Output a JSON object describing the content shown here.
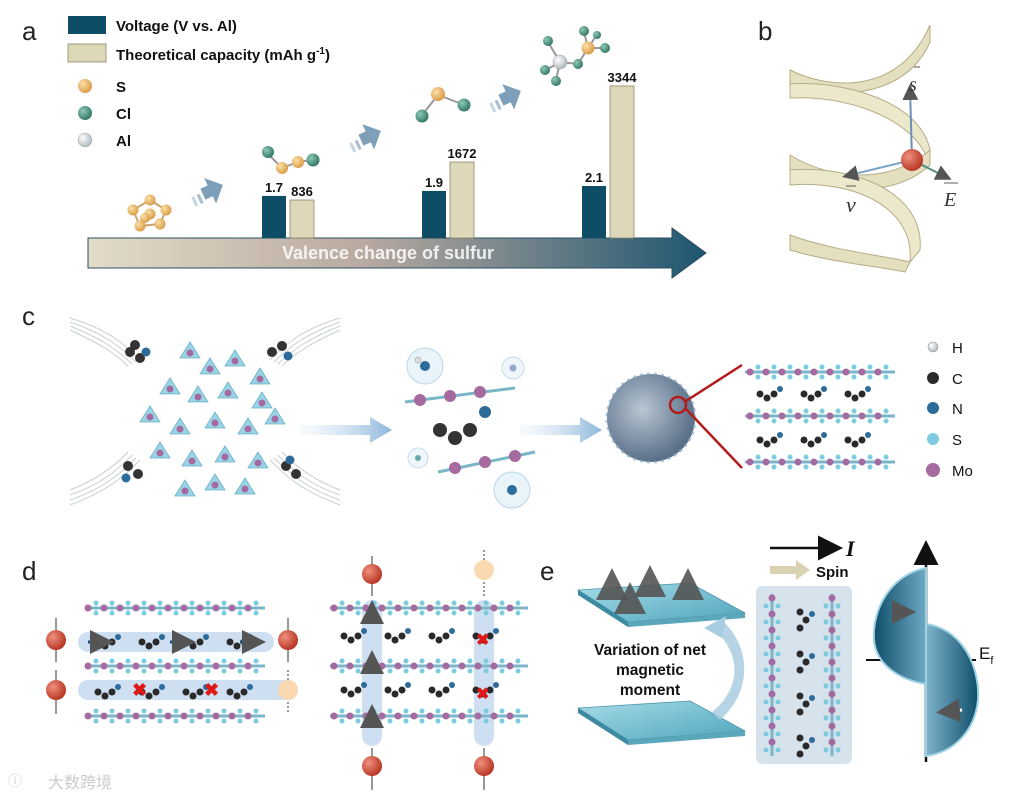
{
  "panels": {
    "a": "a",
    "b": "b",
    "c": "c",
    "d": "d",
    "e": "e"
  },
  "panel_a": {
    "legend": {
      "voltage": "Voltage (V vs. Al)",
      "capacity_prefix": "Theoretical capacity (mAh g",
      "capacity_sup": "-1",
      "capacity_suffix": ")",
      "atoms": [
        "S",
        "Cl",
        "Al"
      ]
    },
    "arrow_label": "Valence change of sulfur",
    "bars": [
      {
        "voltage": 1.7,
        "capacity": 836,
        "voltage_label": "1.7",
        "capacity_label": "836"
      },
      {
        "voltage": 1.9,
        "capacity": 1672,
        "voltage_label": "1.9",
        "capacity_label": "1672"
      },
      {
        "voltage": 2.1,
        "capacity": 3344,
        "voltage_label": "2.1",
        "capacity_label": "3344"
      }
    ],
    "colors": {
      "voltage": "#0f4c66",
      "capacity": "#ddd9b8",
      "S": "#e8b060",
      "Cl": "#3d8a76",
      "Al": "#d8dde0"
    }
  },
  "panel_b": {
    "s_label": "s",
    "E_label": "E",
    "v_label": "v"
  },
  "panel_c": {
    "legend": [
      "H",
      "C",
      "N",
      "S",
      "Mo"
    ]
  },
  "panel_e": {
    "current_label": "I",
    "spin_label": "Spin",
    "variation_text": [
      "Variation of net",
      "magnetic",
      "moment"
    ],
    "fermi_label": "E",
    "fermi_sub": "f"
  },
  "watermark": "大数跨境"
}
